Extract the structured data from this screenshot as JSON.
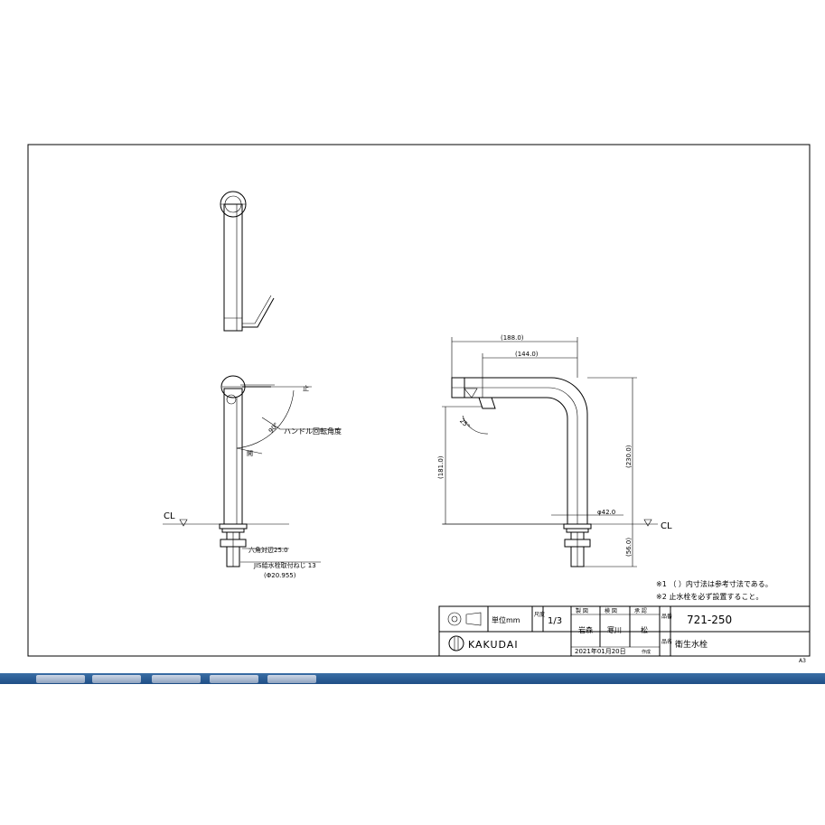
{
  "dimensions": {
    "d188": "(188.0)",
    "d144": "(144.0)",
    "d181": "(181.0)",
    "d230": "(230.0)",
    "d56": "(56.0)",
    "d42": "φ42.0",
    "angle25": "25°",
    "angle90": "90°",
    "hex": "六角対辺25.0",
    "thread": "JIS給水栓取付ねじ 13",
    "thread_dia": "(Φ20.955)",
    "stop": "止",
    "open": "開",
    "handle_angle": "ハンドル回転角度",
    "cl": "CL"
  },
  "notes": {
    "n1": "※1 （ ）内寸法は参考寸法である。",
    "n2": "※2 止水栓を必ず設置すること。"
  },
  "title_block": {
    "unit": "単位mm",
    "scale_label": "尺度",
    "scale_value": "1/3",
    "col_draw": "製 図",
    "col_check": "検 図",
    "col_approve": "承 認",
    "name_draw": "岩森",
    "name_check": "寒川",
    "name_approve": "松",
    "num_label": "品番",
    "part_number": "721-250",
    "name_label": "品名",
    "part_name": "衛生水栓",
    "brand": "KAKUDAI",
    "date": "2021年01月20日",
    "date_suffix": "作成"
  },
  "sheet_size": "A3"
}
